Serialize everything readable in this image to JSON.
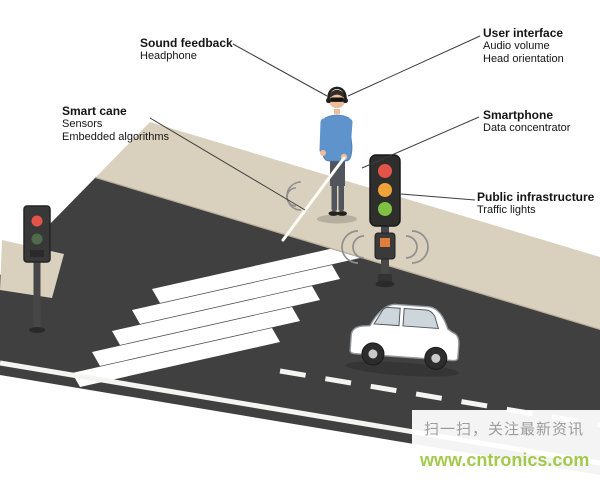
{
  "callouts": {
    "sound_feedback": {
      "title": "Sound feedback",
      "lines": [
        "Headphone"
      ]
    },
    "user_interface": {
      "title": "User interface",
      "lines": [
        "Audio volume",
        "Head orientation"
      ]
    },
    "smart_cane": {
      "title": "Smart cane",
      "lines": [
        "Sensors",
        "Embedded algorithms"
      ]
    },
    "smartphone": {
      "title": "Smartphone",
      "lines": [
        "Data concentrator"
      ]
    },
    "public_infrastructure": {
      "title": "Public infrastructure",
      "lines": [
        "Traffic lights"
      ]
    }
  },
  "footer": {
    "scan_text": "扫一扫，关注最新资讯",
    "watermark_url": "www.cntronics.com",
    "watermark_color": "#9cc63e",
    "scan_color": "#9b9b9b"
  },
  "scene": {
    "colors": {
      "road": "#404040",
      "sidewalk": "#d9d0bd",
      "curb": "#b9af9b",
      "stripe": "#ffffff",
      "shirt": "#5e93cc",
      "skin": "#ecbd9d",
      "pants": "#53555c",
      "signal_red": "#e25449",
      "signal_yellow": "#efa13a",
      "signal_green": "#7fc243",
      "car_body": "#ffffff"
    }
  }
}
